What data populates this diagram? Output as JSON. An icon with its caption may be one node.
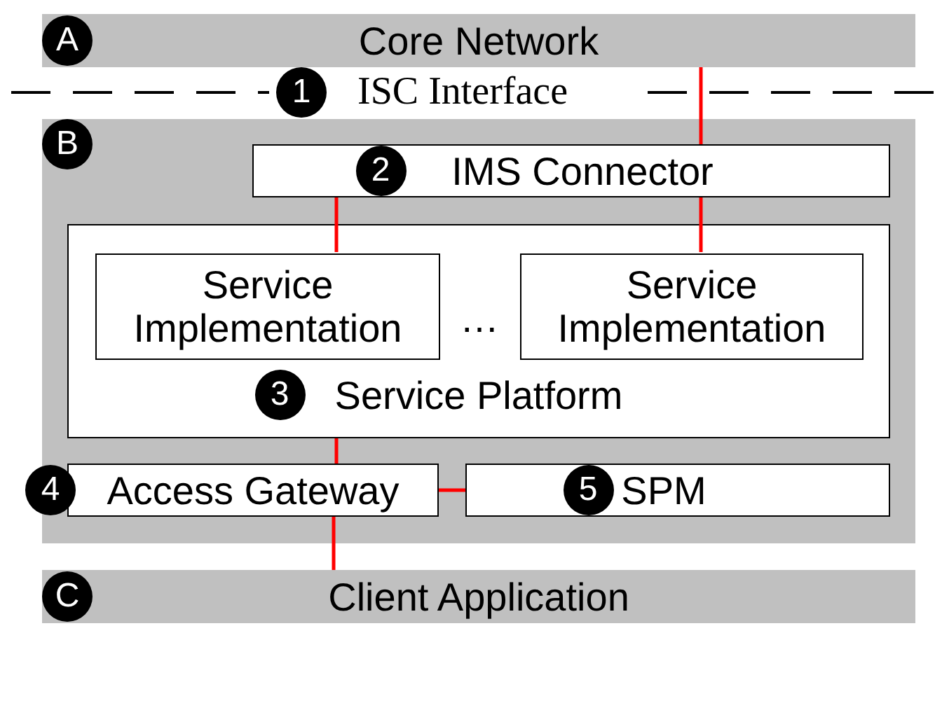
{
  "diagram": {
    "nodes": [
      {
        "text": [
          "A",
          "Core Network"
        ]
      },
      {
        "text": [
          "B"
        ]
      },
      {
        "text": [
          "2",
          "IMS Connector"
        ],
        "in": 1
      },
      {
        "text": [
          "3",
          "Service Platform"
        ],
        "in": 1
      },
      {
        "text": [
          "Service Implementation"
        ],
        "in": 3
      },
      {
        "text": [
          "Service Implementation"
        ],
        "in": 3
      },
      {
        "text": [
          "Access Gateway"
        ],
        "in": 1,
        "beside": [
          "4"
        ]
      },
      {
        "text": [
          "5",
          "SPM"
        ],
        "in": 1
      },
      {
        "text": [
          "C",
          "Client Application"
        ]
      }
    ],
    "edges": [
      {
        "from": 0,
        "to": 2,
        "arrow": "none"
      },
      {
        "from": 2,
        "to": 4,
        "arrow": "none"
      },
      {
        "from": 2,
        "to": 5,
        "arrow": "none"
      },
      {
        "from": 3,
        "to": 6,
        "arrow": "none"
      },
      {
        "from": 6,
        "to": 7,
        "arrow": "none"
      },
      {
        "from": 6,
        "to": 8,
        "arrow": "none"
      }
    ],
    "labels": [
      "1",
      "ISC Interface",
      "…"
    ]
  }
}
